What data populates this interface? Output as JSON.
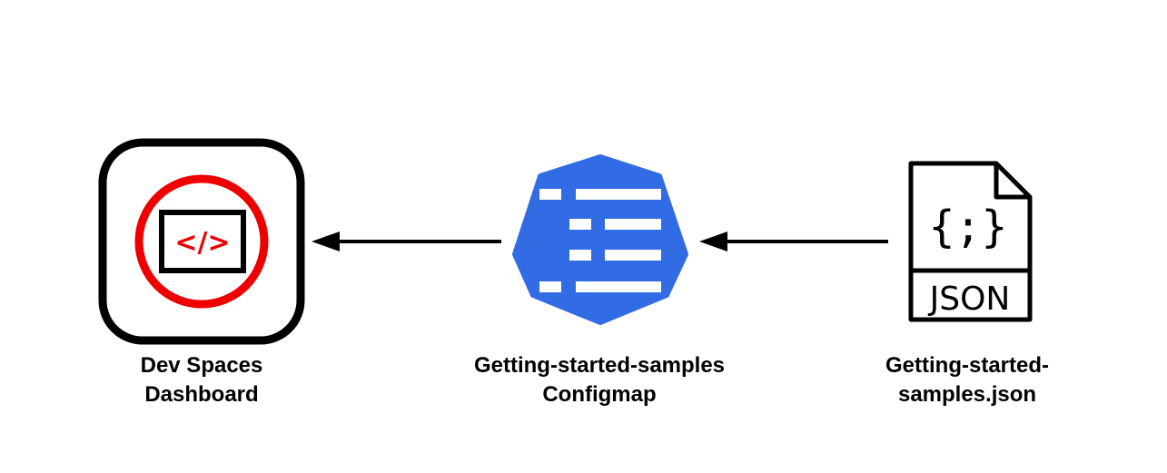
{
  "nodes": {
    "dashboard": {
      "label_line1": "Dev Spaces",
      "label_line2": "Dashboard",
      "code_glyph": "</>",
      "icon": "code-screen-icon",
      "accent_color": "#ee0000"
    },
    "configmap": {
      "label_line1": "Getting-started-samples",
      "label_line2": "Configmap",
      "icon": "configmap-icon",
      "accent_color": "#326ce5"
    },
    "json_file": {
      "label_line1": "Getting-started-",
      "label_line2": "samples.json",
      "braces_glyph": "{;}",
      "file_type": "JSON",
      "icon": "json-file-icon"
    }
  },
  "edges": [
    {
      "from": "json_file",
      "to": "configmap"
    },
    {
      "from": "configmap",
      "to": "dashboard"
    }
  ]
}
